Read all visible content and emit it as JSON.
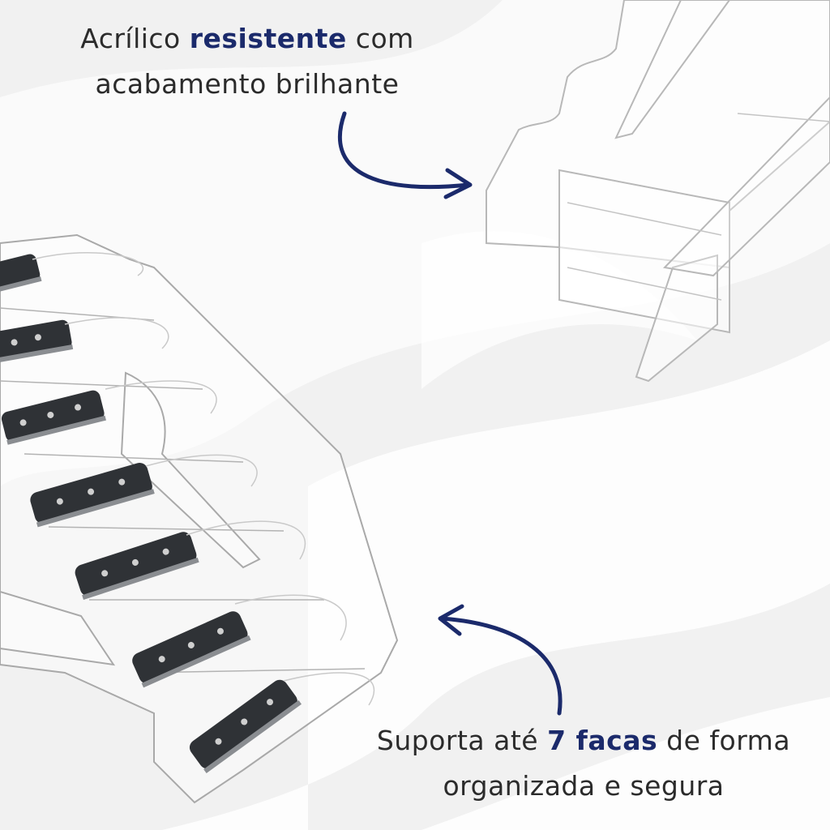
{
  "captions": {
    "top": {
      "line1_pre": "Acrílico ",
      "line1_emph": "resistente",
      "line1_post": " com",
      "line2": "acabamento brilhante"
    },
    "bottom": {
      "line1_pre": "Suporta até ",
      "line1_emph": "7 facas",
      "line1_post": " de forma",
      "line2": "organizada e segura"
    }
  },
  "colors": {
    "accent": "#1b2a6b",
    "text": "#2b2b2b",
    "background": "#f3f3f3"
  },
  "product": {
    "knife_count": 7
  }
}
